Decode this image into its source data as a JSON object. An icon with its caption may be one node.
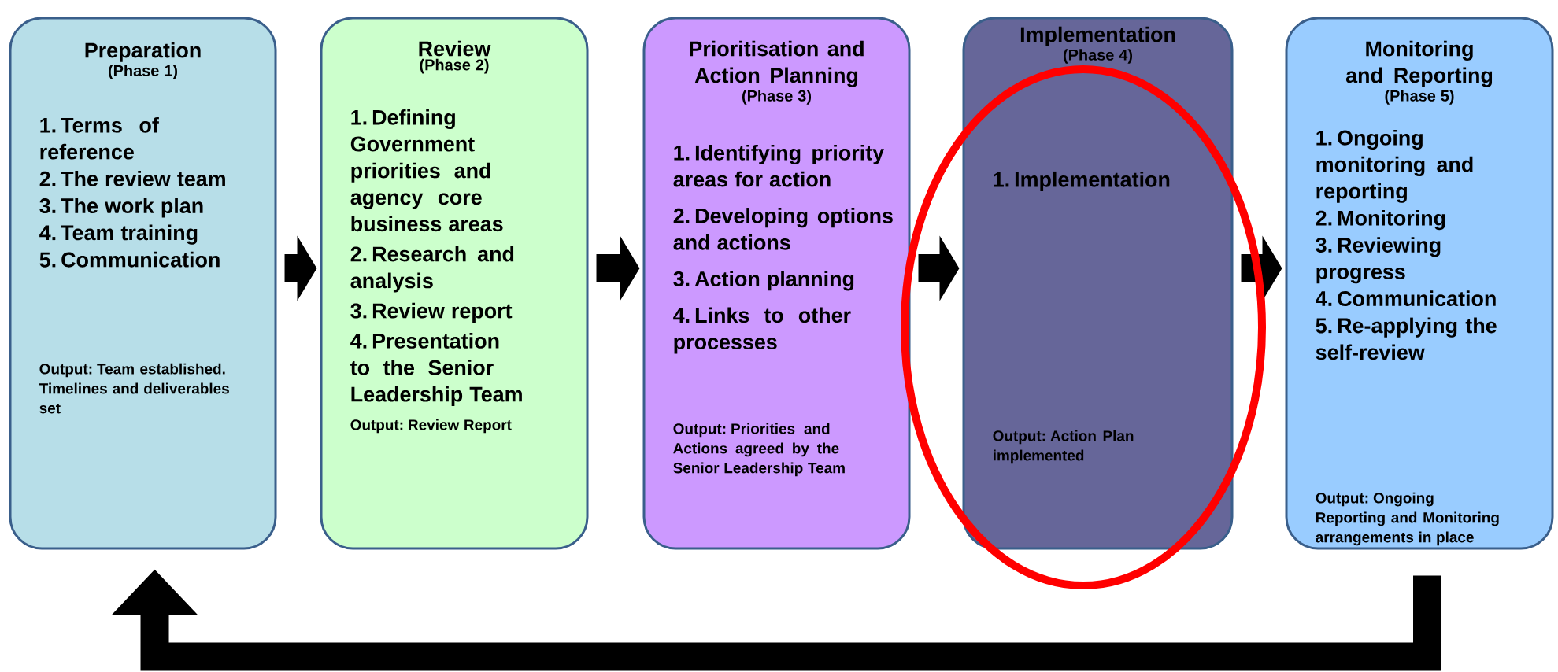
{
  "diagram": {
    "nodes": [
      {
        "text": [
          "Preparation",
          "(Phase 1)",
          "1. Terms of reference",
          "2. The review team",
          "3. The work plan",
          "4. Team training",
          "5. Communication",
          "Output: Team established. Timelines and deliverables set"
        ]
      },
      {
        "text": [
          "Review",
          "(Phase 2)",
          "1. Defining Government priorities and agency core business areas",
          "2. Research and analysis",
          "3. Review report",
          "4. Presentation to the Senior Leadership Team",
          "Output: Review Report"
        ]
      },
      {
        "text": [
          "Prioritisation and Action Planning",
          "(Phase 3)",
          "1. Identifying priority areas for action",
          "2. Developing options and actions",
          "3. Action planning",
          "4. Links to other processes",
          "Output: Priorities and Actions agreed by the Senior Leadership Team"
        ]
      },
      {
        "text": [
          "Implementation",
          "(Phase 4)",
          "1. Implementation",
          "Output: Action Plan implemented"
        ]
      },
      {
        "text": [
          "Monitoring and Reporting",
          "(Phase 5)",
          "1. Ongoing monitoring and reporting",
          "2. Monitoring",
          "3. Reviewing progress",
          "4. Communication",
          "5. Re-applying the self-review",
          "Output: Ongoing Reporting and Monitoring arrangements in place"
        ]
      }
    ],
    "edges": [
      {
        "from": 0,
        "to": 1,
        "arrow": "to"
      },
      {
        "from": 1,
        "to": 2,
        "arrow": "to"
      },
      {
        "from": 2,
        "to": 3,
        "arrow": "to"
      },
      {
        "from": 3,
        "to": 4,
        "arrow": "to"
      },
      {
        "from": 4,
        "to": 0,
        "arrow": "to"
      }
    ]
  }
}
